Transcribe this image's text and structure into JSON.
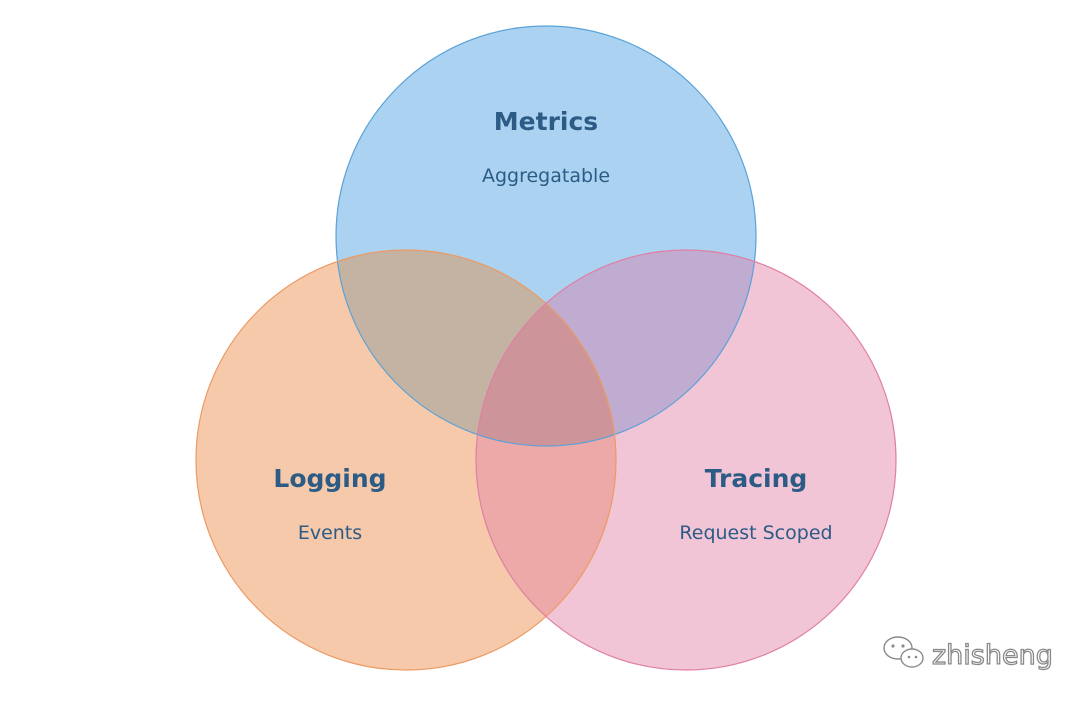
{
  "sets": [
    {
      "key": "metrics",
      "title": "Metrics",
      "subtitle": "Aggregatable",
      "fill": "#abd3f1",
      "stroke": "#5aa2d8"
    },
    {
      "key": "logging",
      "title": "Logging",
      "subtitle": "Events",
      "fill": "#f6c9aa",
      "stroke": "#ec9a64"
    },
    {
      "key": "tracing",
      "title": "Tracing",
      "subtitle": "Request Scoped",
      "fill": "#f1c4d6",
      "stroke": "#df7fa5"
    }
  ],
  "intersections": {
    "metrics_logging": "#c4b2a2",
    "metrics_tracing": "#c0acd0",
    "logging_tracing": "#eda9a8",
    "all": "#cd9599"
  },
  "label_color": "#2c5b86",
  "watermark": {
    "icon": "wechat-icon",
    "text": "zhisheng"
  }
}
